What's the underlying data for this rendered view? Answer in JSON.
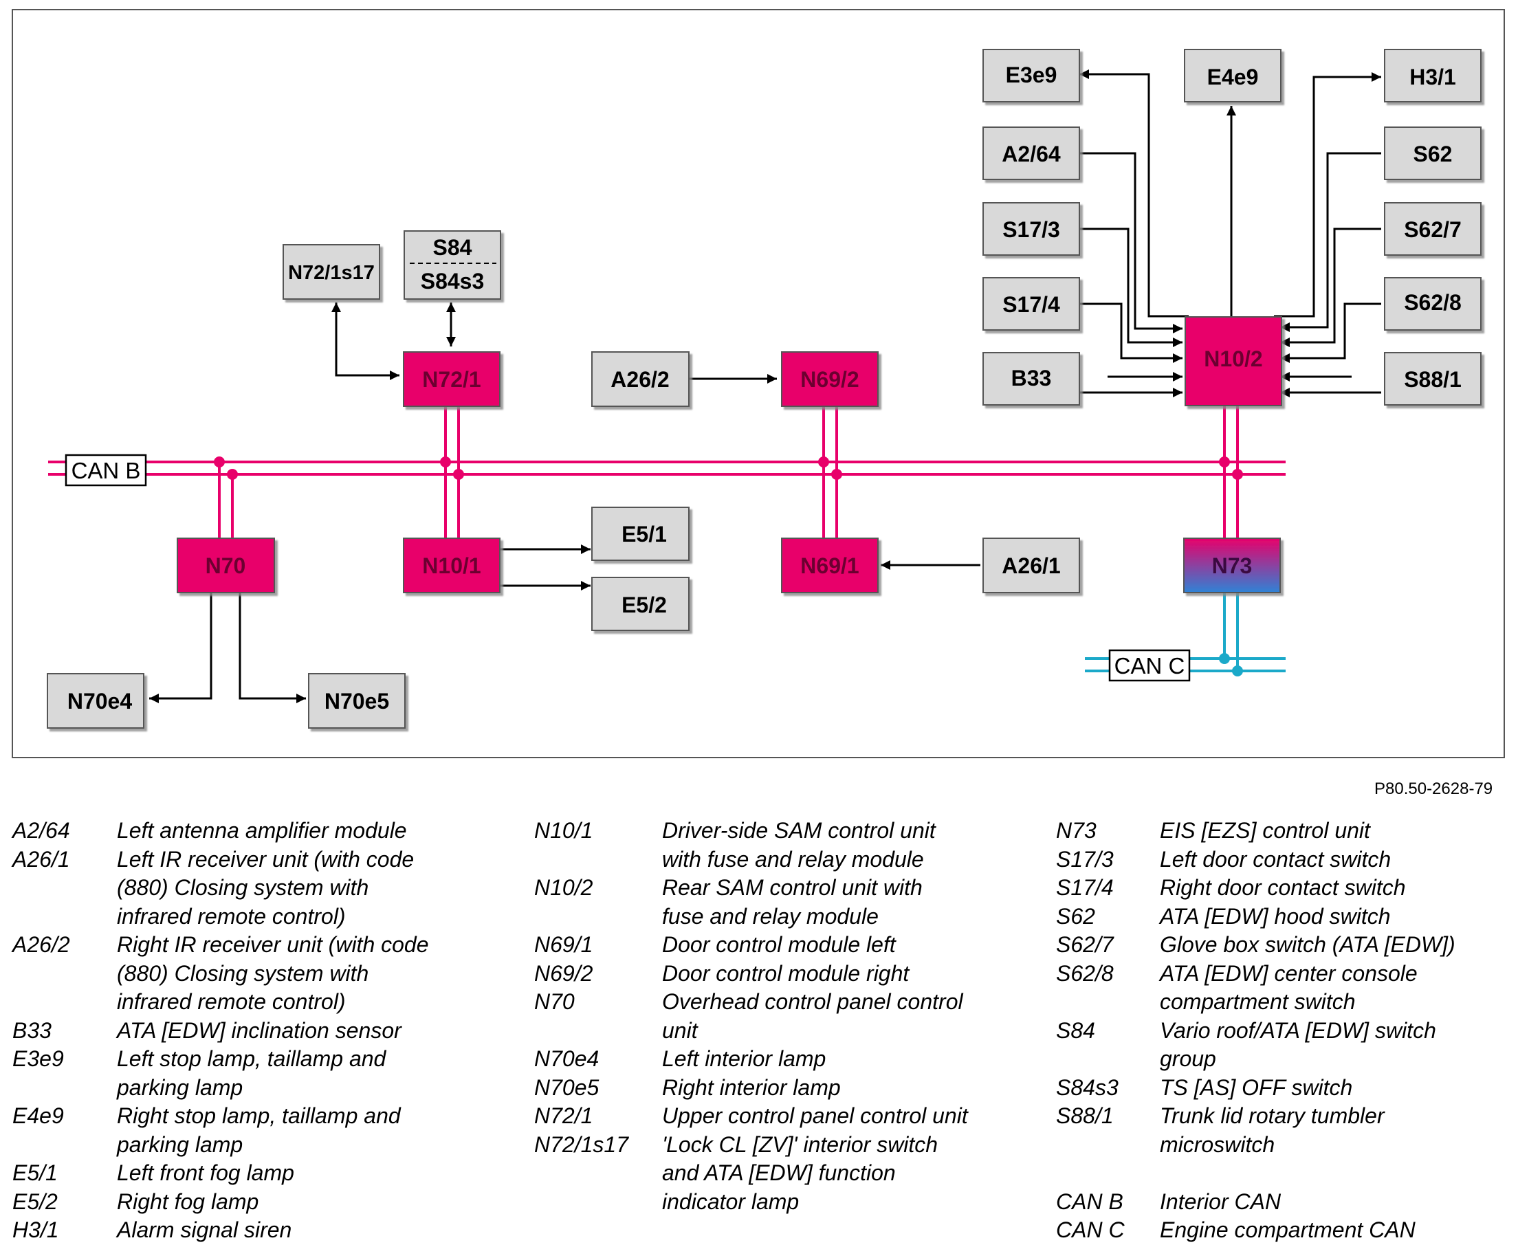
{
  "diagram": {
    "blocks": [
      {
        "id": "E3e9",
        "label": "E3e9",
        "kind": "component"
      },
      {
        "id": "E4e9",
        "label": "E4e9",
        "kind": "component"
      },
      {
        "id": "H3_1",
        "label": "H3/1",
        "kind": "component"
      },
      {
        "id": "A2_64",
        "label": "A2/64",
        "kind": "component"
      },
      {
        "id": "S62",
        "label": "S62",
        "kind": "component"
      },
      {
        "id": "S17_3",
        "label": "S17/3",
        "kind": "component"
      },
      {
        "id": "S62_7",
        "label": "S62/7",
        "kind": "component"
      },
      {
        "id": "S17_4",
        "label": "S17/4",
        "kind": "component"
      },
      {
        "id": "S62_8",
        "label": "S62/8",
        "kind": "component"
      },
      {
        "id": "B33",
        "label": "B33",
        "kind": "component"
      },
      {
        "id": "S88_1",
        "label": "S88/1",
        "kind": "component"
      },
      {
        "id": "N10_2",
        "label": "N10/2",
        "kind": "control-unit"
      },
      {
        "id": "N72_1s17",
        "label": "N72/1s17",
        "kind": "component"
      },
      {
        "id": "S84_S84s3",
        "label": "S84",
        "label2": "S84s3",
        "kind": "component"
      },
      {
        "id": "N72_1",
        "label": "N72/1",
        "kind": "control-unit"
      },
      {
        "id": "A26_2",
        "label": "A26/2",
        "kind": "component"
      },
      {
        "id": "N69_2",
        "label": "N69/2",
        "kind": "control-unit"
      },
      {
        "id": "N70",
        "label": "N70",
        "kind": "control-unit"
      },
      {
        "id": "N10_1",
        "label": "N10/1",
        "kind": "control-unit"
      },
      {
        "id": "E5_1",
        "label": "E5/1",
        "kind": "component"
      },
      {
        "id": "E5_2",
        "label": "E5/2",
        "kind": "component"
      },
      {
        "id": "N69_1",
        "label": "N69/1",
        "kind": "control-unit"
      },
      {
        "id": "A26_1",
        "label": "A26/1",
        "kind": "component"
      },
      {
        "id": "N73",
        "label": "N73",
        "kind": "gateway"
      },
      {
        "id": "N70e4",
        "label": "N70e4",
        "kind": "component"
      },
      {
        "id": "N70e5",
        "label": "N70e5",
        "kind": "component"
      }
    ],
    "buses": [
      {
        "id": "can-b",
        "label": "CAN B",
        "color": "#e8006a"
      },
      {
        "id": "can-c",
        "label": "CAN C",
        "color": "#1ba9c9"
      }
    ],
    "connections": [
      {
        "from": "N10_2",
        "to": "E3e9",
        "type": "arrow"
      },
      {
        "from": "N10_2",
        "to": "E4e9",
        "type": "arrow"
      },
      {
        "from": "N10_2",
        "to": "H3_1",
        "type": "arrow"
      },
      {
        "from": "A2_64",
        "to": "N10_2",
        "type": "arrow"
      },
      {
        "from": "S17_3",
        "to": "N10_2",
        "type": "arrow"
      },
      {
        "from": "S17_4",
        "to": "N10_2",
        "type": "arrow"
      },
      {
        "from": "B33",
        "to": "N10_2",
        "type": "arrow"
      },
      {
        "from": "S62",
        "to": "N10_2",
        "type": "arrow"
      },
      {
        "from": "S62_7",
        "to": "N10_2",
        "type": "arrow"
      },
      {
        "from": "S62_8",
        "to": "N10_2",
        "type": "arrow"
      },
      {
        "from": "S88_1",
        "to": "N10_2",
        "type": "arrow"
      },
      {
        "from": "N72_1",
        "to": "N72_1s17",
        "type": "bidirectional"
      },
      {
        "from": "N72_1",
        "to": "S84_S84s3",
        "type": "bidirectional"
      },
      {
        "from": "A26_2",
        "to": "N69_2",
        "type": "arrow"
      },
      {
        "from": "N10_1",
        "to": "E5_1",
        "type": "arrow"
      },
      {
        "from": "N10_1",
        "to": "E5_2",
        "type": "arrow"
      },
      {
        "from": "A26_1",
        "to": "N69_1",
        "type": "arrow"
      },
      {
        "from": "N70",
        "to": "N70e4",
        "type": "arrow"
      },
      {
        "from": "N70",
        "to": "N70e5",
        "type": "arrow"
      },
      {
        "from": "N72_1",
        "to": "can-b",
        "type": "bus"
      },
      {
        "from": "N69_2",
        "to": "can-b",
        "type": "bus"
      },
      {
        "from": "N10_2",
        "to": "can-b",
        "type": "bus"
      },
      {
        "from": "N70",
        "to": "can-b",
        "type": "bus"
      },
      {
        "from": "N10_1",
        "to": "can-b",
        "type": "bus"
      },
      {
        "from": "N69_1",
        "to": "can-b",
        "type": "bus"
      },
      {
        "from": "N73",
        "to": "can-b",
        "type": "bus"
      },
      {
        "from": "N73",
        "to": "can-c",
        "type": "bus"
      }
    ],
    "colors": {
      "control_unit_fill": "#e8006a",
      "component_fill": "#d9d9d9",
      "block_border": "#555555",
      "gateway_gradient_top": "#e8006a",
      "gateway_gradient_bottom": "#2f83d6",
      "can_b_color": "#e8006a",
      "can_c_color": "#1ba9c9",
      "line_color": "#000000"
    }
  },
  "reference": "P80.50-2628-79",
  "legend": {
    "col1": [
      {
        "code": "A2/64",
        "lines": [
          "Left antenna amplifier module"
        ]
      },
      {
        "code": "A26/1",
        "lines": [
          "Left IR receiver unit (with code",
          "(880) Closing system with",
          "infrared remote control)"
        ]
      },
      {
        "code": "A26/2",
        "lines": [
          "Right IR receiver unit (with code",
          "(880) Closing system with",
          "infrared remote control)"
        ]
      },
      {
        "code": "B33",
        "lines": [
          "ATA [EDW] inclination sensor"
        ]
      },
      {
        "code": "E3e9",
        "lines": [
          "Left stop lamp, taillamp and",
          "parking lamp"
        ]
      },
      {
        "code": "E4e9",
        "lines": [
          "Right stop lamp, taillamp and",
          "parking lamp"
        ]
      },
      {
        "code": "E5/1",
        "lines": [
          "Left front fog lamp"
        ]
      },
      {
        "code": "E5/2",
        "lines": [
          "Right fog lamp"
        ]
      },
      {
        "code": "H3/1",
        "lines": [
          "Alarm signal siren"
        ]
      }
    ],
    "col2": [
      {
        "code": "N10/1",
        "lines": [
          "Driver-side SAM control unit",
          "with fuse and relay module"
        ]
      },
      {
        "code": "N10/2",
        "lines": [
          "Rear SAM control unit with",
          "fuse and relay module"
        ]
      },
      {
        "code": "N69/1",
        "lines": [
          "Door control module left"
        ]
      },
      {
        "code": "N69/2",
        "lines": [
          "Door control module right"
        ]
      },
      {
        "code": "N70",
        "lines": [
          "Overhead control panel control",
          "unit"
        ]
      },
      {
        "code": "N70e4",
        "lines": [
          "Left interior lamp"
        ]
      },
      {
        "code": "N70e5",
        "lines": [
          "Right interior lamp"
        ]
      },
      {
        "code": "N72/1",
        "lines": [
          "Upper control panel control unit"
        ]
      },
      {
        "code": "N72/1s17",
        "lines": [
          "'Lock CL [ZV]' interior switch",
          "and ATA [EDW] function",
          "indicator lamp"
        ]
      }
    ],
    "col3": [
      {
        "code": "N73",
        "lines": [
          "EIS [EZS] control unit"
        ]
      },
      {
        "code": "S17/3",
        "lines": [
          "Left door contact switch"
        ]
      },
      {
        "code": "S17/4",
        "lines": [
          "Right door contact switch"
        ]
      },
      {
        "code": "S62",
        "lines": [
          "ATA [EDW] hood switch"
        ]
      },
      {
        "code": "S62/7",
        "lines": [
          "Glove box switch (ATA [EDW])"
        ]
      },
      {
        "code": "S62/8",
        "lines": [
          "ATA [EDW] center console",
          "compartment switch"
        ]
      },
      {
        "code": "S84",
        "lines": [
          "Vario roof/ATA [EDW] switch",
          "group"
        ]
      },
      {
        "code": "S84s3",
        "lines": [
          "TS [AS] OFF switch"
        ]
      },
      {
        "code": "S88/1",
        "lines": [
          "Trunk lid rotary tumbler",
          "microswitch"
        ]
      },
      {
        "gap": true
      },
      {
        "code": "CAN B",
        "lines": [
          "Interior CAN"
        ]
      },
      {
        "code": "CAN C",
        "lines": [
          "Engine compartment CAN"
        ]
      }
    ]
  }
}
